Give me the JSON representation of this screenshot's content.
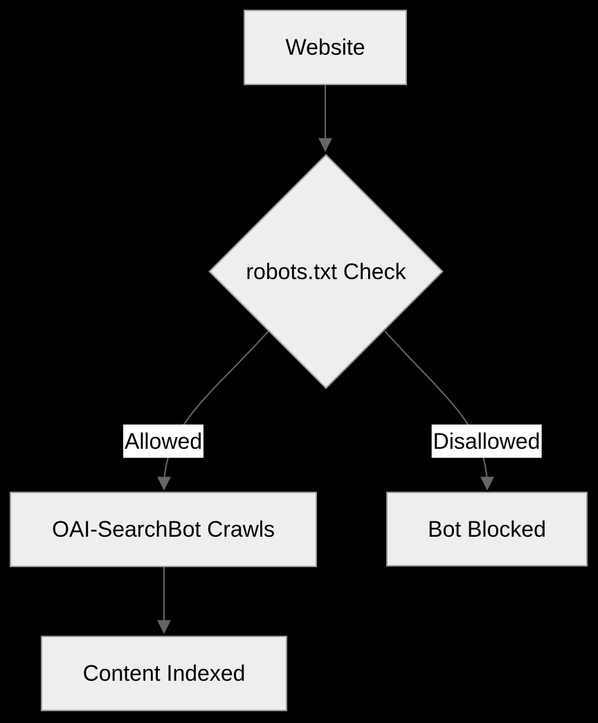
{
  "diagram": {
    "type": "flowchart",
    "nodes": {
      "website": {
        "label": "Website",
        "shape": "rect"
      },
      "robots_check": {
        "label": "robots.txt Check",
        "shape": "diamond"
      },
      "oai_crawls": {
        "label": "OAI-SearchBot Crawls",
        "shape": "rect"
      },
      "bot_blocked": {
        "label": "Bot Blocked",
        "shape": "rect"
      },
      "content_indexed": {
        "label": "Content Indexed",
        "shape": "rect"
      }
    },
    "edges": [
      {
        "from": "website",
        "to": "robots_check",
        "label": ""
      },
      {
        "from": "robots_check",
        "to": "oai_crawls",
        "label": "Allowed"
      },
      {
        "from": "robots_check",
        "to": "bot_blocked",
        "label": "Disallowed"
      },
      {
        "from": "oai_crawls",
        "to": "content_indexed",
        "label": ""
      }
    ],
    "edge_labels": {
      "allowed": "Allowed",
      "disallowed": "Disallowed"
    },
    "colors": {
      "background": "#000000",
      "node_fill": "#eeeeee",
      "node_border": "#999999",
      "edge_stroke": "#666666",
      "text": "#000000",
      "edge_label_background": "#ffffff"
    }
  }
}
